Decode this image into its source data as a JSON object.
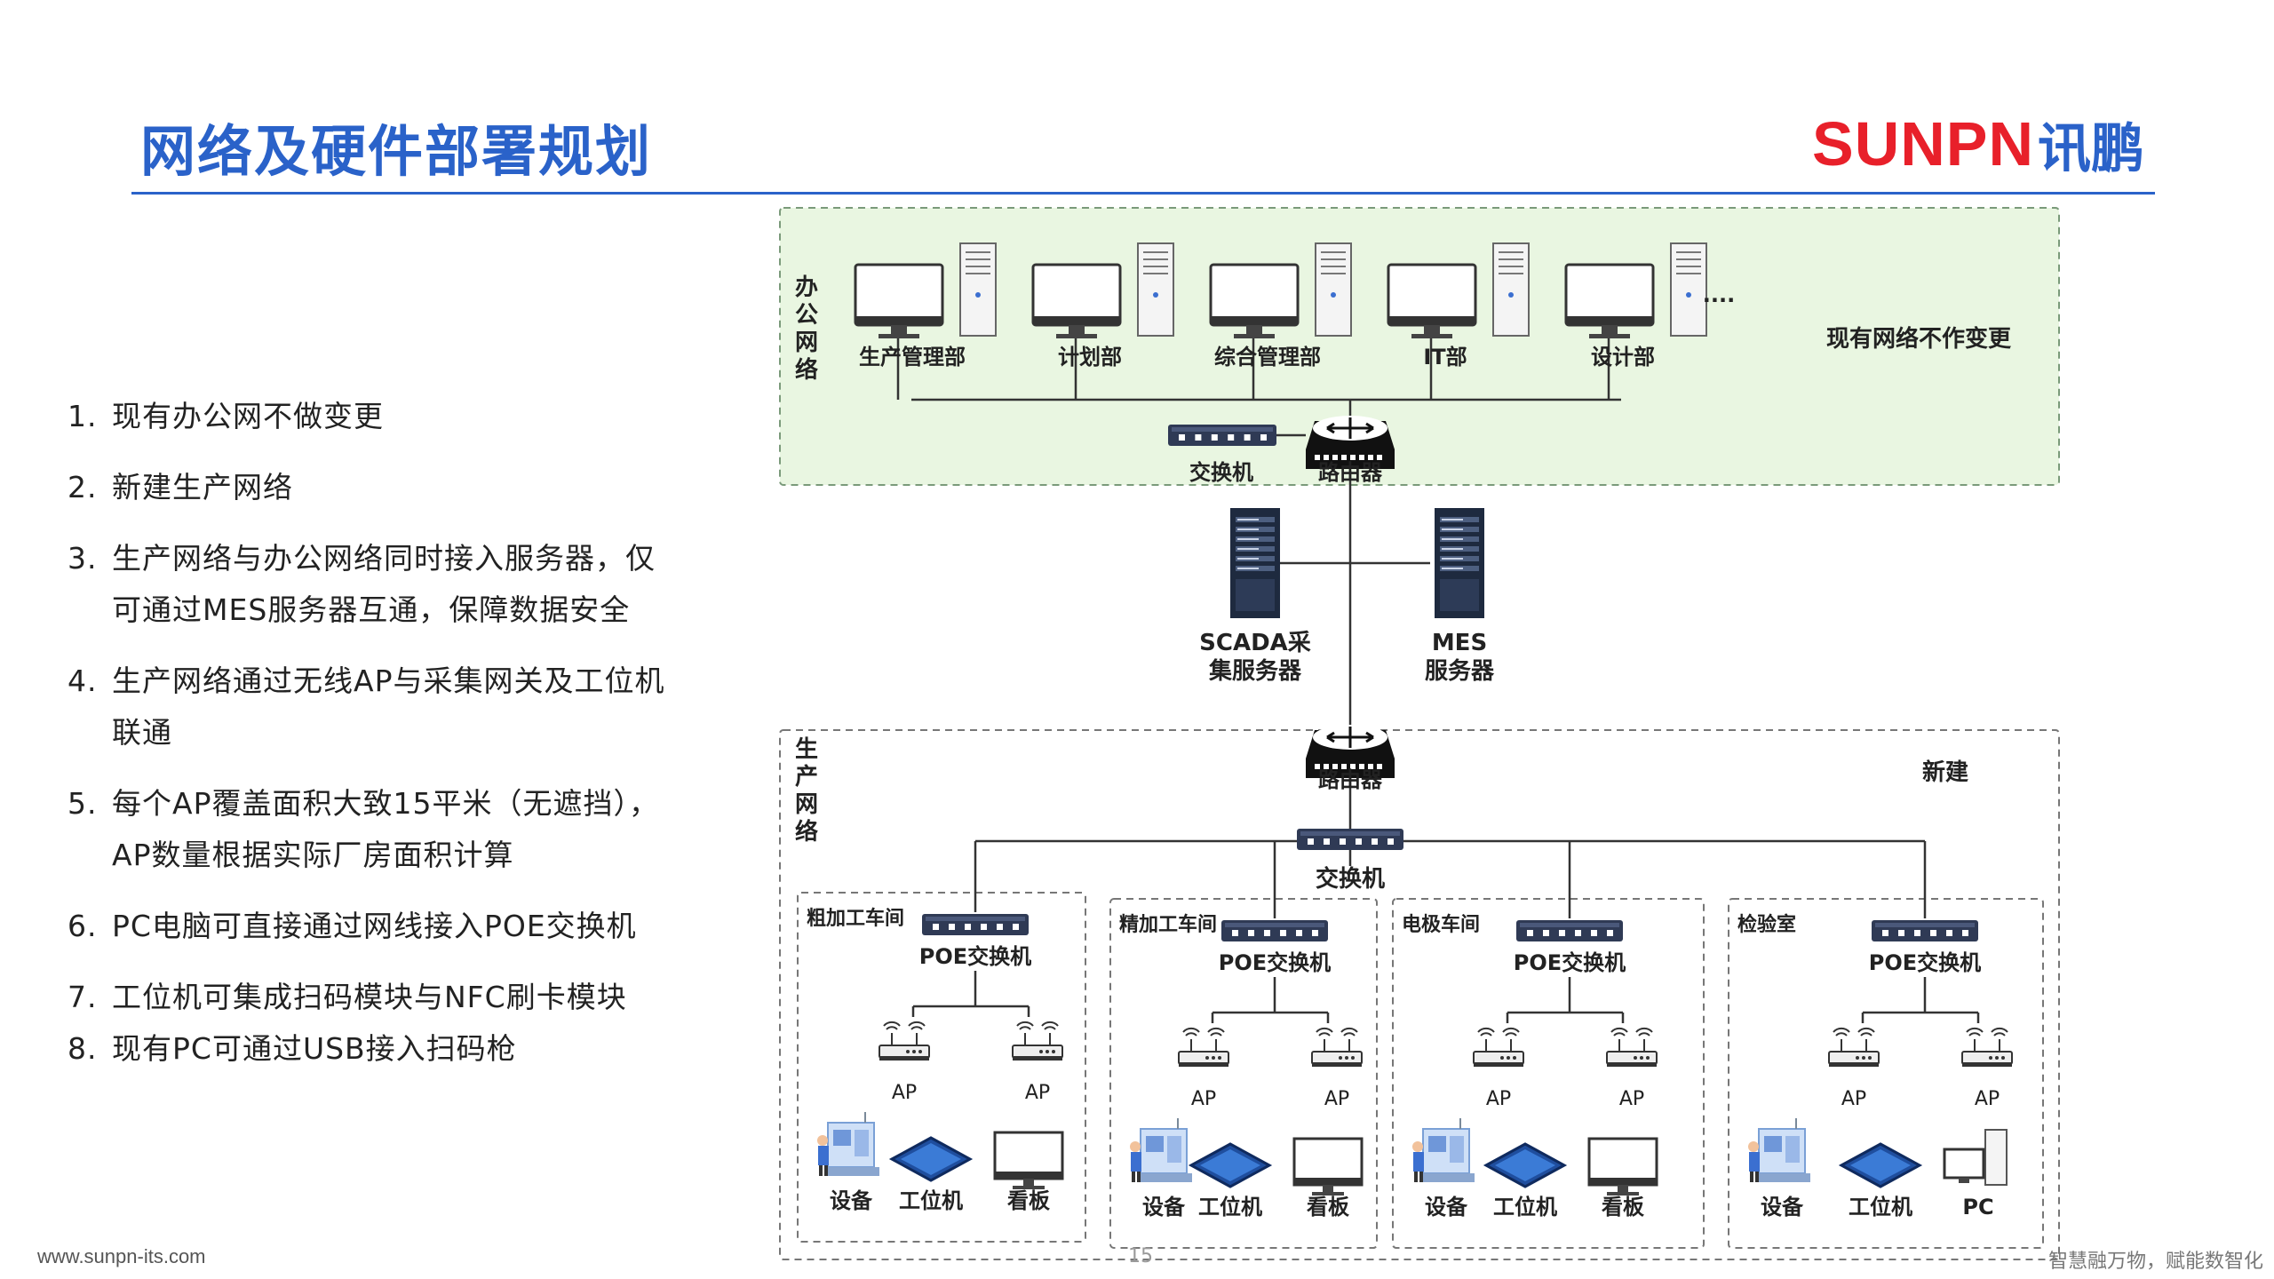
{
  "title": "网络及硬件部署规划",
  "logo": {
    "latin": "SUNPN",
    "cn": "讯鹏"
  },
  "bullets": [
    {
      "num": "1.",
      "text": "现有办公网不做变更"
    },
    {
      "num": "2.",
      "text": "新建生产网络"
    },
    {
      "num": "3.",
      "text": "生产网络与办公网络同时接入服务器，仅可通过MES服务器互通，保障数据安全"
    },
    {
      "num": "4.",
      "text": "生产网络通过无线AP与采集网关及工位机联通"
    },
    {
      "num": "5.",
      "text": "每个AP覆盖面积大致15平米（无遮挡），AP数量根据实际厂房面积计算"
    },
    {
      "num": "6.",
      "text": "PC电脑可直接通过网线接入POE交换机"
    },
    {
      "num": "7.",
      "text": "工位机可集成扫码模块与NFC刷卡模块"
    },
    {
      "num": "8.",
      "text": "现有PC可通过USB接入扫码枪"
    }
  ],
  "office": {
    "label": "办公网络",
    "note": "现有网络不作变更",
    "departments": [
      "生产管理部",
      "计划部",
      "综合管理部",
      "IT部",
      "设计部"
    ],
    "ellipsis": "....",
    "switch_label": "交换机",
    "router_label": "路由器"
  },
  "servers": [
    {
      "line1": "SCADA采",
      "line2": "集服务器"
    },
    {
      "line1": "MES",
      "line2": "服务器"
    }
  ],
  "production": {
    "label": "生产网络",
    "note": "新建",
    "router_label": "路由器",
    "switch_label": "交换机",
    "poe_label": "POE交换机",
    "ap_label": "AP",
    "workshops": [
      {
        "name": "粗加工车间",
        "devices": [
          "设备",
          "工位机",
          "看板"
        ]
      },
      {
        "name": "精加工车间",
        "devices": [
          "设备",
          "工位机",
          "看板"
        ]
      },
      {
        "name": "电极车间",
        "devices": [
          "设备",
          "工位机",
          "看板"
        ]
      },
      {
        "name": "检验室",
        "devices": [
          "设备",
          "工位机",
          "PC"
        ]
      }
    ]
  },
  "footer": {
    "url": "www.sunpn-its.com",
    "page": "15",
    "slogan": "智慧融万物，赋能数智化"
  },
  "colors": {
    "title_blue": "#2a62c9",
    "logo_red": "#e8202a",
    "office_fill": "#e9f6e1",
    "device_dark": "#2f3a55"
  }
}
